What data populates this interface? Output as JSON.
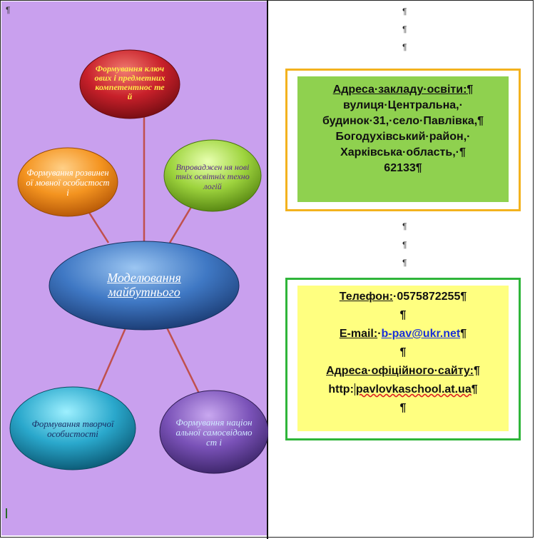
{
  "pilcrow": "¶",
  "diagram": {
    "center": "Моделювання майбутнього",
    "top": "Формування ключових і предметних компетентнос тей",
    "left_upper": "Формування розвиненої мовної особистості",
    "right_upper": "Впроваджен ня новітніх освітніх технологій",
    "left_lower": "Формування творчої особистості",
    "right_lower": "Формування національної самосвідомост і"
  },
  "address": {
    "title": "Адреса·закладу·освіти:¶",
    "line1": "вулиця·Центральна,·",
    "line2": "будинок·31,·село·Павлівка,¶",
    "line3": "Богодухівський·район,·",
    "line4": "Харківська·область,·¶",
    "line5": "62133¶"
  },
  "contacts": {
    "phone_label": "Телефон:",
    "phone_value": "·0575872255¶",
    "email_label": "E-mail:",
    "email_sep": "·",
    "email_value": "b-pav@ukr.net",
    "site_label": "Адреса·офіційного·сайту:",
    "site_prefix": "http:",
    "site_value": "pavlovkaschool.at.ua",
    "pilcrow": "¶"
  },
  "colors": {
    "left_bg": "#c9a0ee",
    "address_bg": "#8fd14f",
    "contacts_bg": "#ffff80",
    "orange_border": "#f3b21e",
    "green_border": "#2fb53a"
  }
}
